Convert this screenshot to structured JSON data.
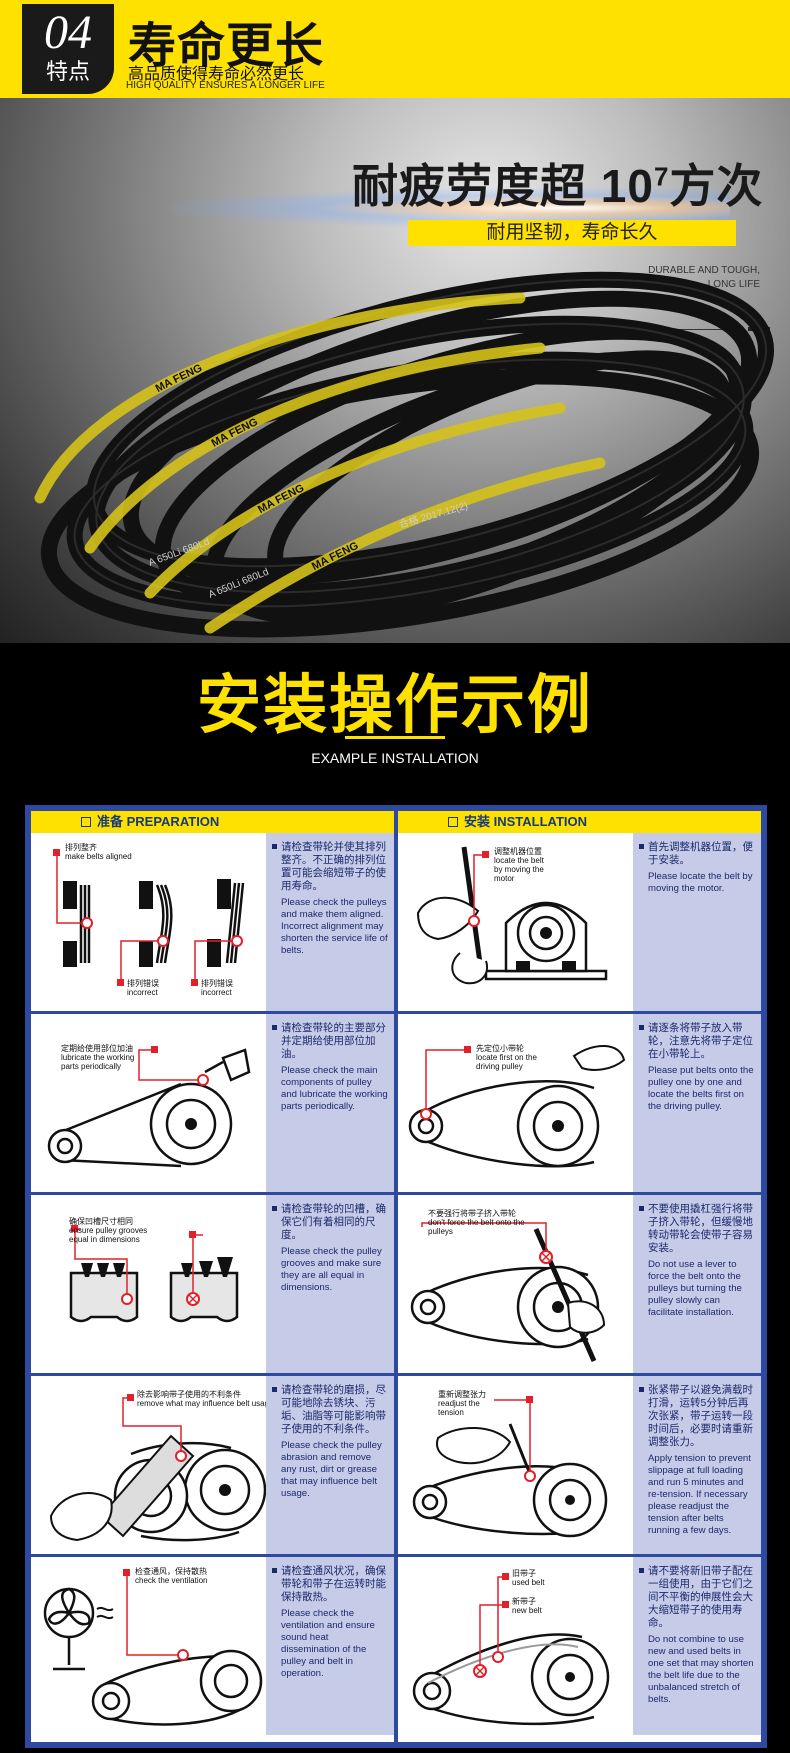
{
  "header": {
    "badge_number": "04",
    "badge_label": "特点",
    "title": "寿命更长",
    "subtitle": "高品质使得寿命必然更长",
    "subtitle_en": "HIGH QUALITY ENSURES A LONGER LIFE"
  },
  "hero": {
    "headline_main": "耐疲劳度超 10",
    "headline_exponent": "7",
    "headline_unit": "方次",
    "tagline": "耐用坚韧，寿命长久",
    "tagline_en_line1": "DURABLE AND TOUGH,",
    "tagline_en_line2": "LONG LIFE",
    "belt_brand": "MA FENG",
    "belt_code": "A 650Li 680Ld",
    "belt_mark": "合格 2017.12(2)"
  },
  "install": {
    "title": "安装操作示例",
    "subtitle": "EXAMPLE INSTALLATION"
  },
  "chart": {
    "left_header": "准备  PREPARATION",
    "right_header": "安装  INSTALLATION",
    "rows": [
      {
        "left": {
          "callout_cn": "排列整齐",
          "callout_en": "make belts aligned",
          "callout2_cn": "排列错误",
          "callout2_en": "incorrect",
          "callout3_cn": "排列错误",
          "callout3_en": "incorrect",
          "text_cn": "请检查带轮并使其排列整齐。不正确的排列位置可能会缩短带子的使用寿命。",
          "text_en": "Please check the pulleys and make them aligned. Incorrect alignment may shorten the service life of belts."
        },
        "right": {
          "callout_cn": "调整机器位置",
          "callout_en": "locate the belt by moving the motor",
          "text_cn": "首先调整机器位置，便于安装。",
          "text_en": "Please locate the belt by moving the motor."
        }
      },
      {
        "left": {
          "callout_cn": "定期给使用部位加油",
          "callout_en": "lubricate the working parts periodically",
          "text_cn": "请检查带轮的主要部分并定期给使用部位加油。",
          "text_en": "Please check the main components of pulley and lubricate the working parts periodically."
        },
        "right": {
          "callout_cn": "先定位小带轮",
          "callout_en": "locate first on the driving pulley",
          "text_cn": "请逐条将带子放入带轮，注意先将带子定位在小带轮上。",
          "text_en": "Please put belts onto the pulley one by one and locate the belts first on the driving pulley."
        }
      },
      {
        "left": {
          "callout_cn": "确保凹槽尺寸相同",
          "callout_en": "ensure pulley grooves equal in dimensions",
          "text_cn": "请检查带轮的凹槽，确保它们有着相同的尺度。",
          "text_en": "Please check the pulley grooves and make sure they are all equal in dimensions."
        },
        "right": {
          "callout_cn": "不要强行将带子挤入带轮",
          "callout_en": "don't force the belt onto the pulleys",
          "text_cn": "不要使用撬杠强行将带子挤入带轮，但缓慢地转动带轮会使带子容易安装。",
          "text_en": "Do not use a lever to force the belt onto the pulleys but turning the pulley slowly can facilitate installation."
        }
      },
      {
        "left": {
          "callout_cn": "除去影响带子使用的不利条件",
          "callout_en": "remove what may influence belt usage",
          "text_cn": "请检查带轮的磨损，尽可能地除去锈块、污垢、油脂等可能影响带子使用的不利条件。",
          "text_en": "Please check the pulley abrasion and remove any rust, dirt or grease that may influence belt usage."
        },
        "right": {
          "callout_cn": "重新调整张力",
          "callout_en": "readjust the tension",
          "text_cn": "张紧带子以避免满载时打滑，运转5分钟后再次张紧，带子运转一段时间后，必要时请重新调整张力。",
          "text_en": "Apply tension to prevent slippage at full loading and run 5 minutes and re-tension. If necessary please readjust the tension after belts running a few days."
        }
      },
      {
        "left": {
          "callout_cn": "检查通风，保持散热",
          "callout_en": "check the ventilation",
          "text_cn": "请检查通风状况，确保带轮和带子在运转时能保持散热。",
          "text_en": "Please check the ventilation and ensure sound heat dissemination of the pulley and belt in operation."
        },
        "right": {
          "callout_cn": "旧带子",
          "callout_en": "used belt",
          "callout2_cn": "新带子",
          "callout2_en": "new belt",
          "text_cn": "请不要将新旧带子配在一组使用，由于它们之间不平衡的伸展性会大大缩短带子的使用寿命。",
          "text_en": "Do not combine to use new and used belts in one set that may shorten the belt life due to the unbalanced stretch of belts."
        }
      }
    ]
  },
  "colors": {
    "accent_yellow": "#ffe100",
    "chart_blue": "#2d4aa0",
    "text_panel": "#c6cbe8",
    "callout_red": "#e0202a"
  }
}
